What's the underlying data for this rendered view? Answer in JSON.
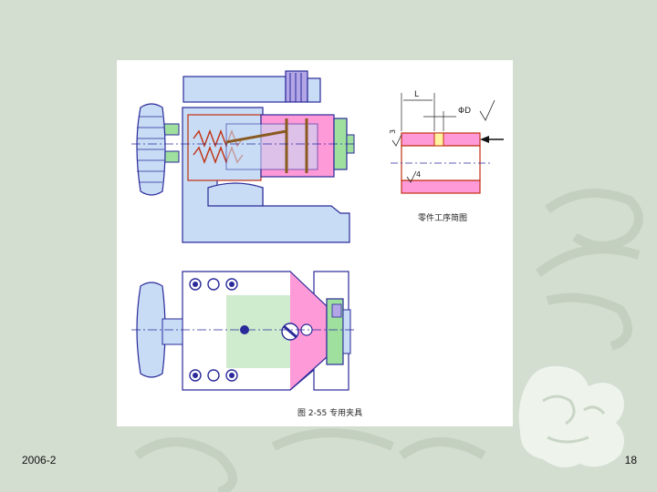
{
  "slide": {
    "date": "2006-2",
    "page_number": "18"
  },
  "sketch": {
    "dim_length": "L",
    "dim_diameter": "ΦD",
    "roughness_top": "3",
    "roughness_bottom": "4",
    "caption": "零件工序简图"
  },
  "figure": {
    "caption": "图 2-55  专用夹具"
  },
  "colors": {
    "background": "#d3ddd0",
    "fixture_body": "#c8dcf5",
    "workpiece": "#ff9ad8",
    "locator": "#9fe09f",
    "outline": "#2a2a9a",
    "spring": "#c03010"
  }
}
